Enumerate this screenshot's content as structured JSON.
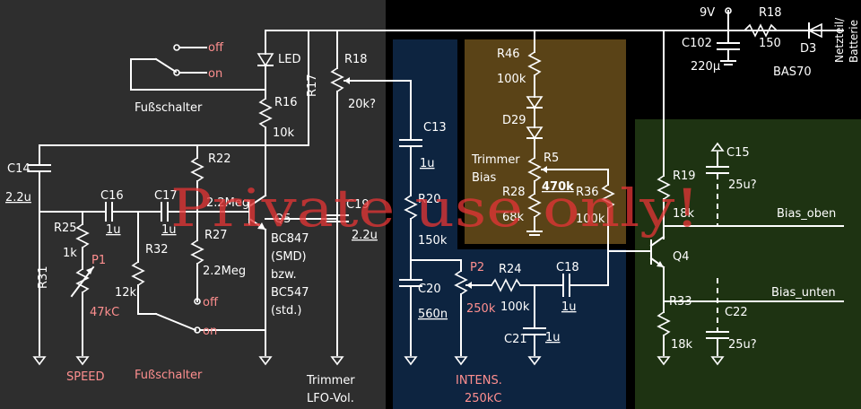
{
  "colors": {
    "background": "#000000",
    "left_panel": "#2e2e2e",
    "intens_panel": "#0d2440",
    "bias_panel": "#5a4317",
    "output_panel": "#1e3312",
    "wire": "#ffffff",
    "control_label": "#ff8f8f",
    "watermark": "#e03434"
  },
  "watermark": "Private use only!",
  "labels": {
    "off_top": "off",
    "on_top": "on",
    "led": "LED",
    "footswitch_top": "Fußschalter",
    "r16": "R16",
    "r16_val": "10k",
    "r17": "R17",
    "r18_pot": "R18",
    "r18_pot_val": "20k?",
    "c14": "C14",
    "c14_val": "2.2u",
    "c16": "C16",
    "c16_val": "1u",
    "c17": "C17",
    "c17_val": "1u",
    "r22": "R22",
    "r22_val": "2.2Meg",
    "q5": "Q5",
    "q5_type1": "BC847",
    "q5_type2": "(SMD)",
    "q5_type3": "bzw.",
    "q5_type4": "BC547",
    "q5_type5": "(std.)",
    "c19": "C19",
    "c19_val": "2.2u",
    "r25": "R25",
    "r25_val": "1k",
    "p1": "P1",
    "p1_val": "47kC",
    "r32": "R32",
    "r32_val": "12k",
    "r27": "R27",
    "r27_val": "2.2Meg",
    "off_bottom": "off",
    "on_bottom": "on",
    "r31": "R31",
    "speed": "SPEED",
    "footswitch_bottom": "Fußschalter",
    "trimmer_lfo_1": "Trimmer",
    "trimmer_lfo_2": "LFO-Vol.",
    "c13": "C13",
    "c13_val": "1u",
    "r20": "R20",
    "r20_val": "150k",
    "c20": "C20",
    "c20_val": "560n",
    "p2": "P2",
    "p2_val": "250k",
    "r24": "R24",
    "r24_val": "100k",
    "c18": "C18",
    "c18_val": "1u",
    "c21": "C21",
    "c21_val": "1u",
    "intens_1": "INTENS.",
    "intens_2": "250kC",
    "r46": "R46",
    "r46_val": "100k",
    "d29": "D29",
    "trimmer_bias_1": "Trimmer",
    "trimmer_bias_2": "Bias",
    "r5": "R5",
    "r5_val": "470k",
    "r28": "R28",
    "r28_val": "68k",
    "r36": "R36",
    "r36_val": "100k",
    "v9": "9V",
    "r18": "R18",
    "r18_val": "150",
    "c102": "C102",
    "c102_val": "220µ",
    "d3": "D3",
    "bas70": "BAS70",
    "netzteil_1": "Netzteil/",
    "netzteil_2": "Batterie",
    "r19": "R19",
    "r19_val": "18k",
    "c15": "C15",
    "c15_val": "25u?",
    "bias_oben": "Bias_oben",
    "q4": "Q4",
    "bias_unten": "Bias_unten",
    "r33": "R33",
    "r33_val": "18k",
    "c22": "C22",
    "c22_val": "25u?"
  }
}
